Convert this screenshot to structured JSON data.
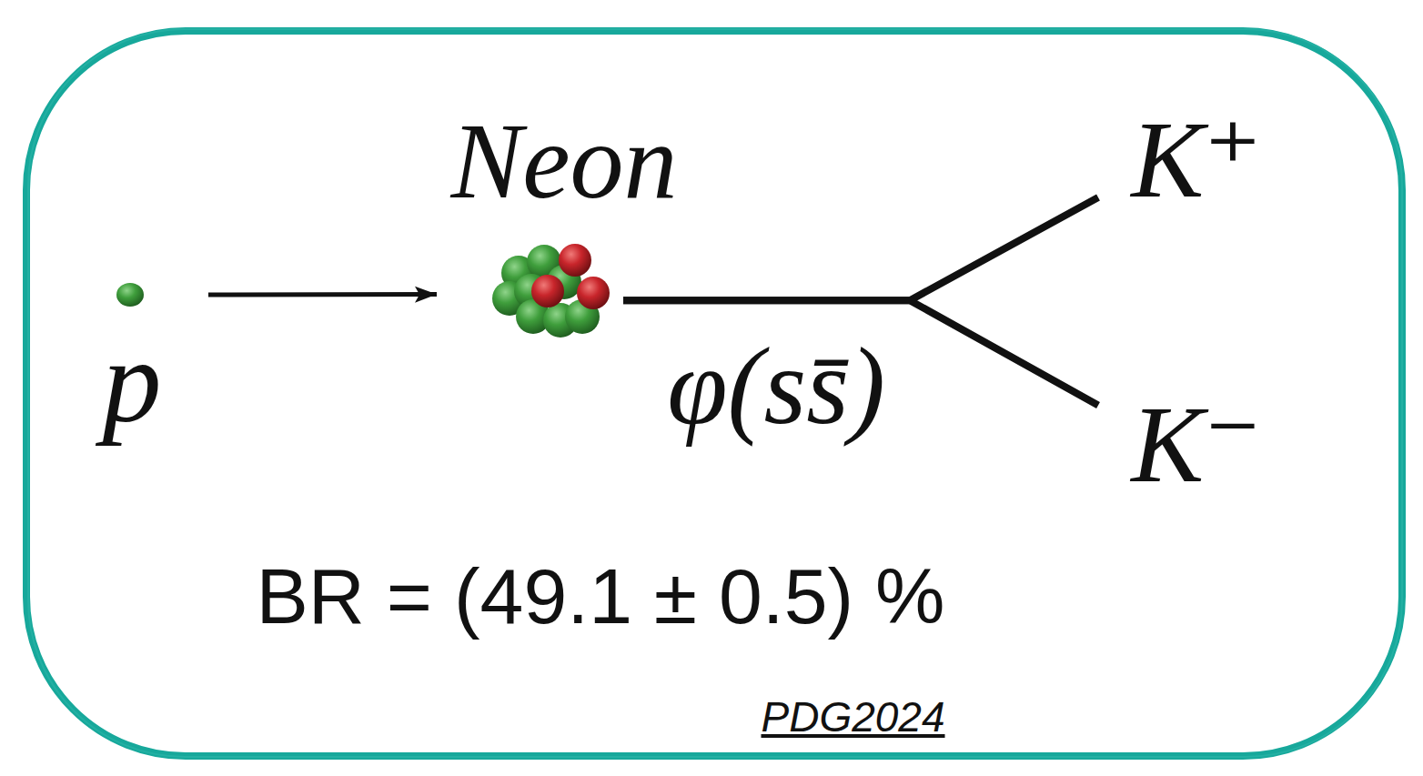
{
  "diagram": {
    "nodes": [
      {
        "text": [
          "BR = (49.1 ± 0.5) %",
          "PDG2024"
        ]
      },
      {
        "text": [
          "p"
        ],
        "in": 0
      },
      {
        "text": [
          "Neon"
        ],
        "in": 0
      },
      {
        "text": [
          "K⁺"
        ],
        "in": 0
      },
      {
        "text": [
          "K⁻"
        ],
        "in": 0
      }
    ],
    "edges": [
      {
        "from": 1,
        "to": 2,
        "arrow": "to"
      },
      {
        "from": 2,
        "to": 3,
        "label": "φ(ss̄)",
        "arrow": "none"
      },
      {
        "from": 2,
        "to": 4,
        "arrow": "none"
      }
    ]
  }
}
